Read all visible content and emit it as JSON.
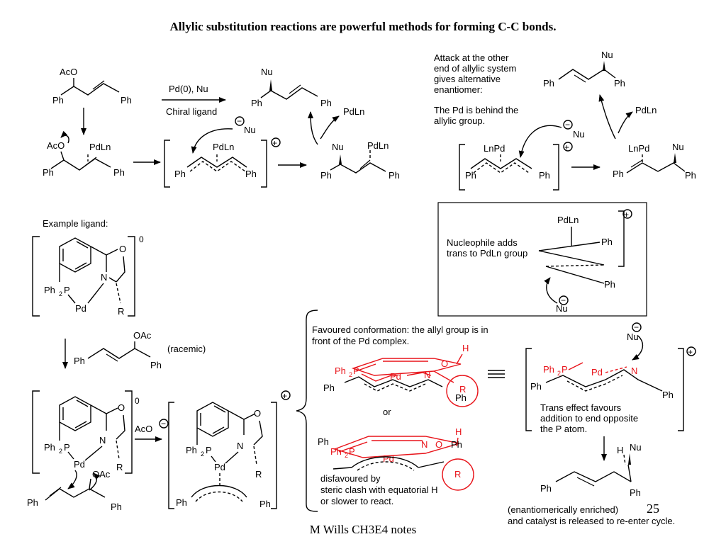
{
  "title": "Allylic substitution reactions are powerful methods for forming C-C bonds.",
  "footer": "M Wills CH3E4 notes",
  "page_number": "25",
  "labels": {
    "ph": "Ph",
    "aco": "AcO",
    "oac": "OAc",
    "nu": "Nu",
    "pdln": "PdLn",
    "lnpd": "LnPd",
    "pd": "Pd",
    "o": "O",
    "n": "N",
    "r": "R",
    "h": "H",
    "p": "P",
    "ph2p": "Ph",
    "minus": "−",
    "plus": "+",
    "zero": "0",
    "aco_minus": "AcO"
  },
  "reaction": {
    "reagent_top": "Pd(0), Nu",
    "reagent_bottom": "Chiral ligand"
  },
  "notes": {
    "attack_line1": "Attack at the other",
    "attack_line2": "end of allylic system",
    "attack_line3": "gives alternative",
    "attack_line4": "enantiomer:",
    "behind_line1": "The Pd is behind the",
    "behind_line2": "allylic group.",
    "box_line1": "Nucleophile adds",
    "box_line2": "trans to PdLn group",
    "example_ligand": "Example ligand:",
    "racemic": "(racemic)",
    "favoured_line1": "Favoured conformation: the allyl group is in",
    "favoured_line2": "front of the Pd complex.",
    "or": "or",
    "disfavoured_line1": "disfavoured by",
    "disfavoured_line2": "steric clash with equatorial H",
    "disfavoured_line3": "or slower to react.",
    "trans_line1": "Trans effect favours",
    "trans_line2": "addition to end opposite",
    "trans_line3": "the P atom.",
    "enriched_line1": "(enantiomerically enriched)",
    "enriched_line2": "and catalyst is released to re-enter cycle."
  },
  "colors": {
    "highlight": "#e8141a",
    "ink": "#000000"
  }
}
